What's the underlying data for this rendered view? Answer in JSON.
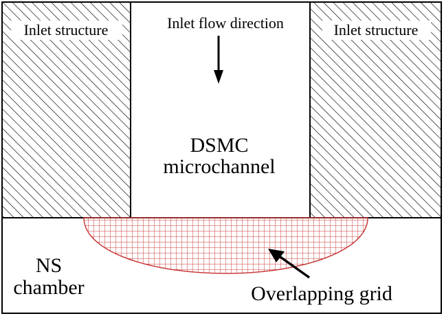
{
  "labels": {
    "inlet_structure_left": "Inlet structure",
    "inlet_structure_right": "Inlet structure",
    "inlet_flow_direction": "Inlet flow direction",
    "dsmc_line1": "DSMC",
    "dsmc_line2": "microchannel",
    "ns_line1": "NS",
    "ns_line2": "chamber",
    "overlapping_grid": "Overlapping grid"
  },
  "colors": {
    "hatch": "#000000",
    "grid": "#c83a3a",
    "outline": "#000000",
    "background": "#ffffff"
  }
}
